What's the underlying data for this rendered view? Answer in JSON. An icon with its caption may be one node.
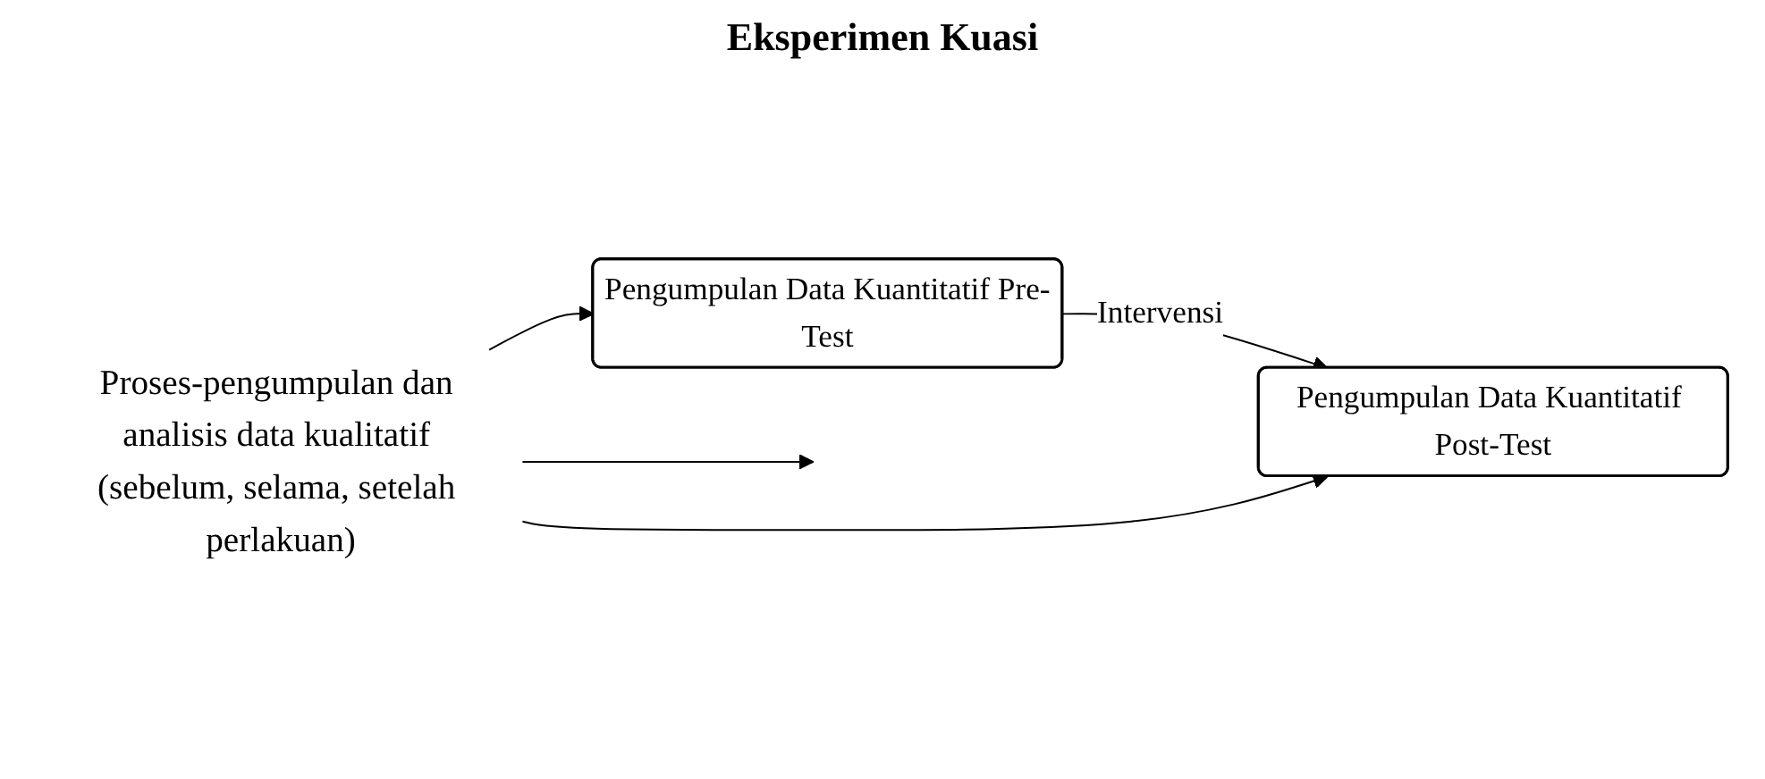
{
  "diagram": {
    "title": "Eksperimen Kuasi",
    "nodes": [
      {
        "text": [
          "Pengumpulan Data Kuantitatif Pre-Test"
        ]
      },
      {
        "text": [
          "Pengumpulan Data Kuantitatif Post-Test"
        ]
      },
      {
        "text": [
          "Proses-pengumpulan dan analisis data kualitatif (sebelum, selama, setelah perlakuan)"
        ]
      }
    ],
    "edges": [
      {
        "from": 0,
        "to": 1,
        "arrow": "to",
        "label": "Intervensi"
      },
      {
        "from": 2,
        "to": 0,
        "arrow": "to"
      },
      {
        "from": 2,
        "to": null,
        "arrow": "to"
      },
      {
        "from": 2,
        "to": 1,
        "arrow": "to"
      }
    ]
  }
}
